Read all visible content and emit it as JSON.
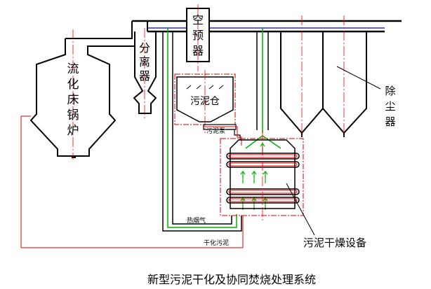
{
  "labels": {
    "boiler": [
      "流",
      "化",
      "床",
      "锅",
      "炉"
    ],
    "separator": [
      "分",
      "离",
      "器"
    ],
    "air_preheater": [
      "空",
      "预",
      "器"
    ],
    "dust_collector": [
      "除",
      "尘",
      "器"
    ],
    "sludge_bin": "污泥仓",
    "sludge_feed": "污泥泵",
    "hot_flue_gas": "热烟气",
    "dried_sludge": "干化污泥",
    "dryer": "污泥干燥设备"
  },
  "caption": "新型污泥干化及协同焚烧处理系统",
  "colors": {
    "equipment": "#000000",
    "centerline": "#ff0000",
    "sludge_line": "#e00000",
    "flue_gas_line": "#00b000",
    "blue_line": "#0000cc"
  }
}
